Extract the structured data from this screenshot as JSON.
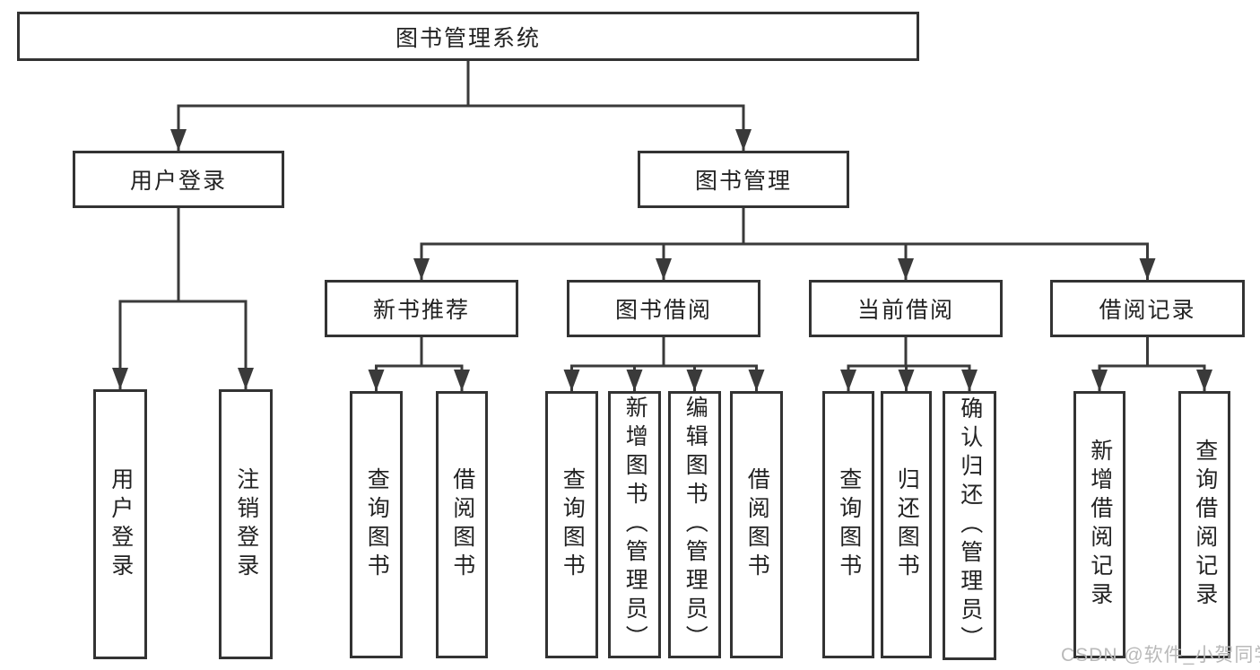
{
  "diagram_type": "hierarchy-tree",
  "tree": {
    "root": {
      "label": "图书管理系统",
      "children": [
        {
          "label": "用户登录",
          "children": [
            {
              "label": "用户登录"
            },
            {
              "label": "注销登录"
            }
          ]
        },
        {
          "label": "图书管理",
          "children": [
            {
              "label": "新书推荐",
              "children": [
                {
                  "label": "查询图书"
                },
                {
                  "label": "借阅图书"
                }
              ]
            },
            {
              "label": "图书借阅",
              "children": [
                {
                  "label": "查询图书"
                },
                {
                  "label": "新增图书（管理员）"
                },
                {
                  "label": "编辑图书（管理员）"
                },
                {
                  "label": "借阅图书"
                }
              ]
            },
            {
              "label": "当前借阅",
              "children": [
                {
                  "label": "查询图书"
                },
                {
                  "label": "归还图书"
                },
                {
                  "label": "确认归还（管理员）"
                }
              ]
            },
            {
              "label": "借阅记录",
              "children": [
                {
                  "label": "新增借阅记录"
                },
                {
                  "label": "查询借阅记录"
                }
              ]
            }
          ]
        }
      ]
    }
  },
  "watermark": {
    "text": "CSDN @软件_小贺同学"
  },
  "colors": {
    "background": "#ffffff",
    "line": "#3a3a3a",
    "box_border": "#333333",
    "text": "#222222",
    "watermark": "#b9b9b9"
  }
}
